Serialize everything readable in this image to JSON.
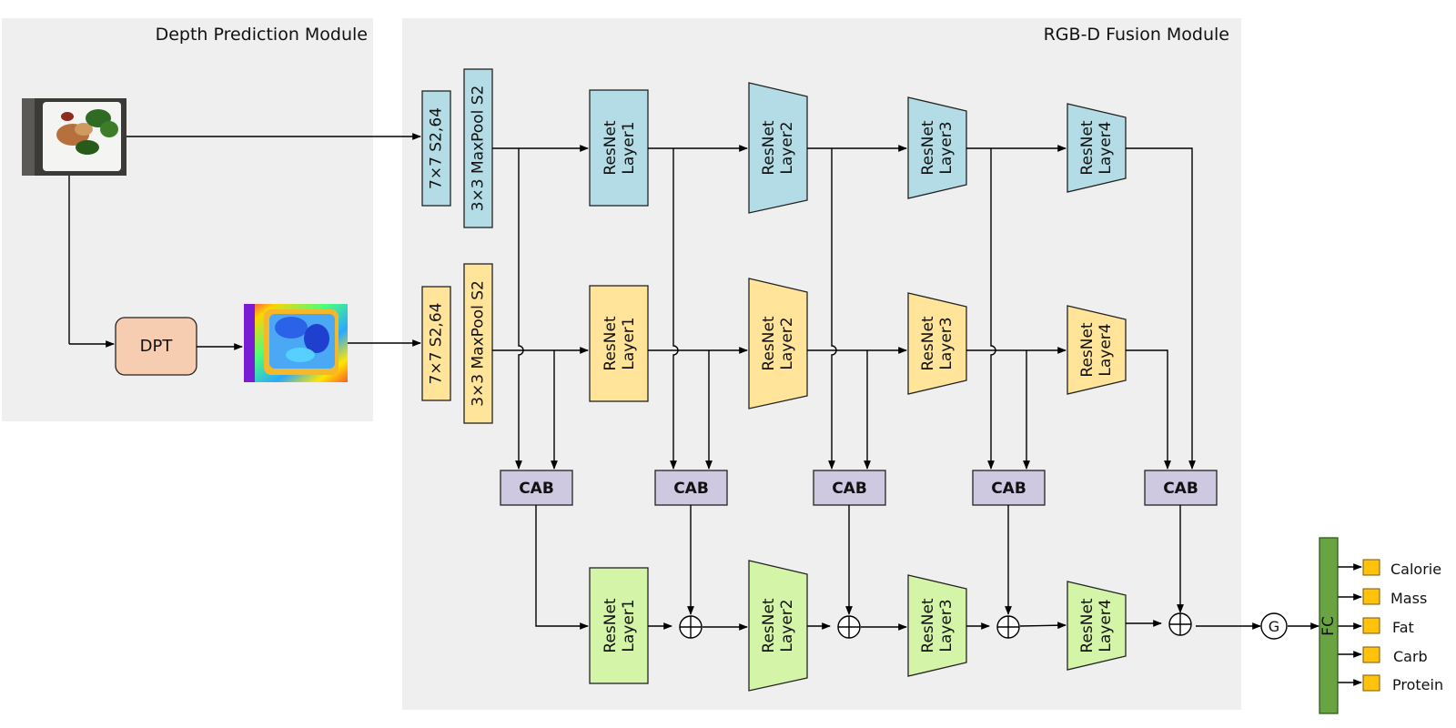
{
  "modules": {
    "depth_title": "Depth Prediction Module",
    "fusion_title": "RGB-D Fusion Module"
  },
  "stem": {
    "conv_label": "7×7 S2,64",
    "pool_label": "3×3 MaxPool S2"
  },
  "dpt_label": "DPT",
  "layers": {
    "line1": "ResNet",
    "l1": "Layer1",
    "l2": "Layer2",
    "l3": "Layer3",
    "l4": "Layer4"
  },
  "cab_label": "CAB",
  "gate_label": "G",
  "fc_label": "FC",
  "outputs": [
    "Calorie",
    "Mass",
    "Fat",
    "Carb",
    "Protein"
  ],
  "colors": {
    "rgb_branch": "#b4dce6",
    "depth_branch": "#ffe49a",
    "fusion_branch": "#d4f5a8",
    "cab": "#cec8e0",
    "dpt": "#f6cdb0",
    "fc": "#6aa342",
    "output_box": "#ffc20e",
    "panel_bg": "#efefef"
  }
}
